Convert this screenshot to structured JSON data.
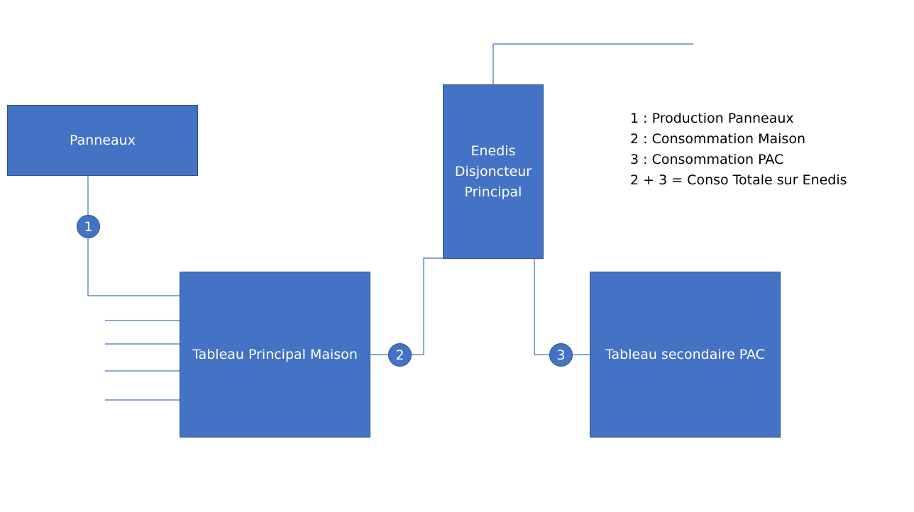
{
  "diagram": {
    "nodes": {
      "panneaux": {
        "label": "Panneaux"
      },
      "enedis": {
        "label": "Enedis\nDisjoncteur\nPrincipal"
      },
      "tableau_principal": {
        "label": "Tableau Principal Maison"
      },
      "tableau_pac": {
        "label": "Tableau secondaire PAC"
      }
    },
    "markers": {
      "m1": "1",
      "m2": "2",
      "m3": "3"
    },
    "legend": [
      "1 : Production Panneaux",
      "2 : Consommation Maison",
      "3 : Consommation PAC",
      "2 + 3 = Conso Totale sur Enedis"
    ],
    "edges": [
      {
        "from": "panneaux",
        "to": "tableau_principal",
        "marker": "1"
      },
      {
        "from": "tableau_principal",
        "to": "enedis",
        "marker": "2"
      },
      {
        "from": "enedis",
        "to": "tableau_pac",
        "marker": "3"
      },
      {
        "from": "enedis",
        "to": "grid"
      }
    ],
    "colors": {
      "box_fill": "#4472c4",
      "box_border": "#2f528f",
      "line": "#4472c4",
      "box_text": "#ffffff",
      "legend_text": "#000000"
    }
  }
}
